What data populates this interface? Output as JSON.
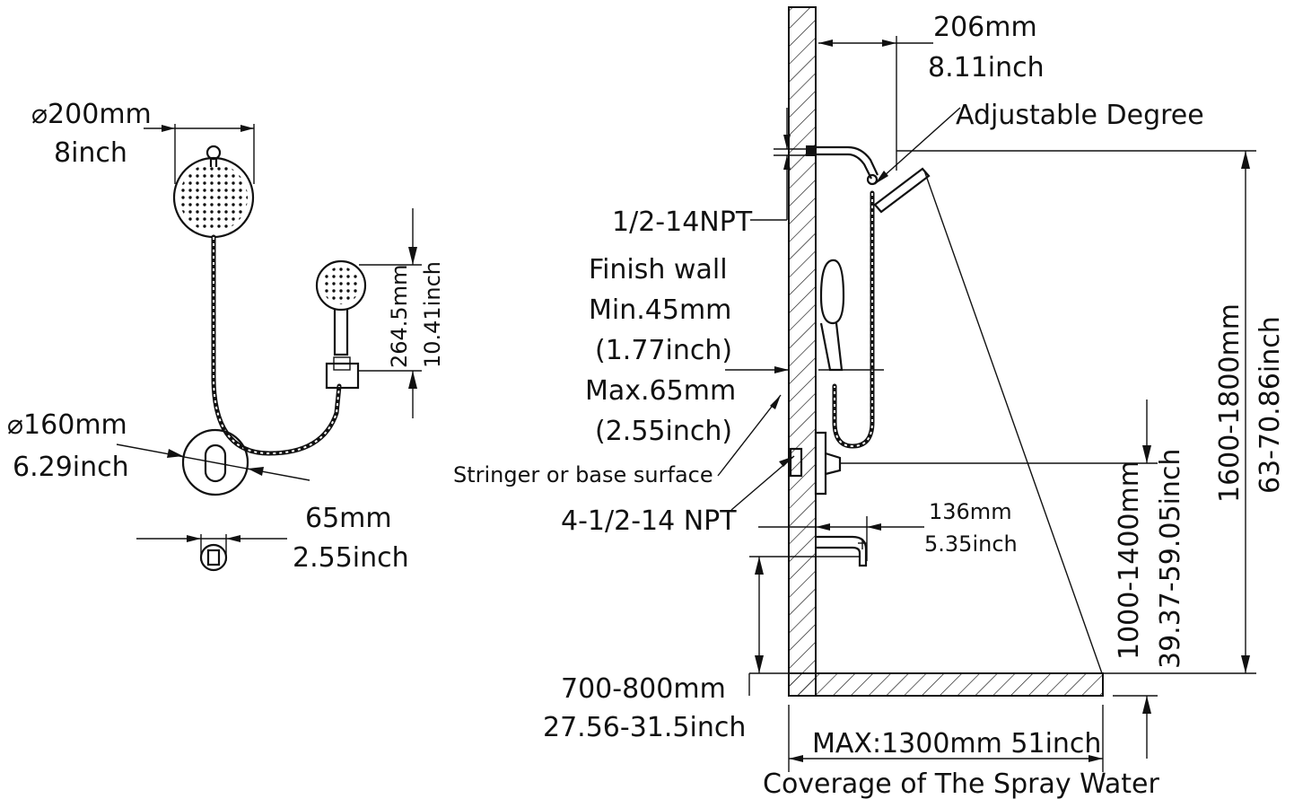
{
  "left_view": {
    "rain_head_dia": "⌀200mm",
    "rain_head_dia_in": "8inch",
    "handheld_height": "264.5mm",
    "handheld_height_in": "10.41inch",
    "valve_plate_dia": "⌀160mm",
    "valve_plate_dia_in": "6.29inch",
    "valve_depth": "65mm",
    "valve_depth_in": "2.55inch"
  },
  "right_view": {
    "arm_length": "206mm",
    "arm_length_in": "8.11inch",
    "adjustable": "Adjustable Degree",
    "inlet_thread": "1/2-14NPT",
    "finish_wall_1": "Finish wall",
    "finish_wall_2": "Min.45mm",
    "finish_wall_3": "(1.77inch)",
    "finish_wall_4": "Max.65mm",
    "finish_wall_5": "(2.55inch)",
    "stringer": "Stringer or base surface",
    "valve_thread": "4-1/2-14 NPT",
    "spout_length": "136mm",
    "spout_length_in": "5.35inch",
    "spout_height": "700-800mm",
    "spout_height_in": "27.56-31.5inch",
    "valve_height": "1000-1400mm",
    "valve_height_in": "39.37-59.05inch",
    "head_height": "1600-1800mm",
    "head_height_in": "63-70.86inch",
    "coverage_max": "MAX:1300mm 51inch",
    "coverage_label": "Coverage of The Spray Water"
  }
}
